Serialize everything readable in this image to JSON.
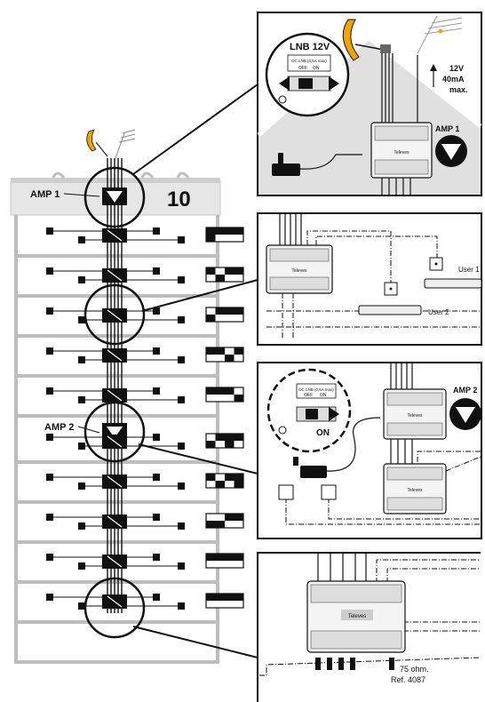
{
  "building": {
    "floor_count": "10",
    "amp1_label": "AMP 1",
    "amp2_label": "AMP 2"
  },
  "panel1": {
    "lnb_title": "LNB 12V",
    "switch_caption": "DC LNB (0,5A max)",
    "switch_off": "OFF",
    "switch_on": "ON",
    "amp_label": "AMP 1",
    "power_line1": "12V",
    "power_line2": "40mA",
    "power_line3": "max.",
    "brand": "Televes"
  },
  "panel2": {
    "brand": "Televes",
    "user1": "User 1",
    "user2": "User 2"
  },
  "panel3": {
    "switch_caption": "DC LNB (0,5A max)",
    "switch_off": "OFF",
    "switch_on": "ON",
    "on_label": "ON",
    "amp_label": "AMP 2",
    "brand": "Televes"
  },
  "panel4": {
    "brand": "Televes",
    "term_line1": "75 ohm.",
    "term_line2": "Ref. 4087"
  },
  "colors": {
    "line": "#111111",
    "roof_fill": "#e6e6e6",
    "wall": "#bdbdbd",
    "dish": "#f0a500"
  }
}
